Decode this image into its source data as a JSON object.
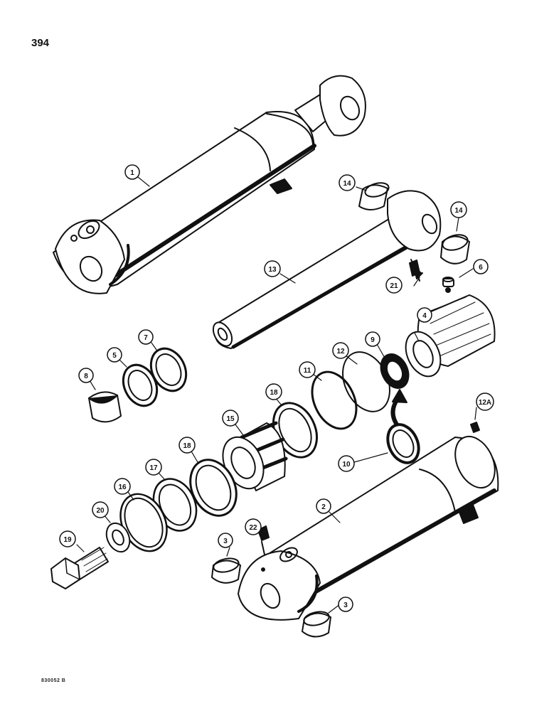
{
  "page": {
    "number": "394",
    "footer_code": "830052 B"
  },
  "diagram": {
    "callouts": [
      {
        "id": "c1",
        "label": "1"
      },
      {
        "id": "c2",
        "label": "2"
      },
      {
        "id": "c3a",
        "label": "3"
      },
      {
        "id": "c3b",
        "label": "3"
      },
      {
        "id": "c4",
        "label": "4"
      },
      {
        "id": "c5",
        "label": "5"
      },
      {
        "id": "c6",
        "label": "6"
      },
      {
        "id": "c7",
        "label": "7"
      },
      {
        "id": "c8",
        "label": "8"
      },
      {
        "id": "c9",
        "label": "9"
      },
      {
        "id": "c10",
        "label": "10"
      },
      {
        "id": "c11",
        "label": "11"
      },
      {
        "id": "c12",
        "label": "12"
      },
      {
        "id": "c12a",
        "label": "12A"
      },
      {
        "id": "c13",
        "label": "13"
      },
      {
        "id": "c14a",
        "label": "14"
      },
      {
        "id": "c14b",
        "label": "14"
      },
      {
        "id": "c15",
        "label": "15"
      },
      {
        "id": "c16",
        "label": "16"
      },
      {
        "id": "c17",
        "label": "17"
      },
      {
        "id": "c18a",
        "label": "18"
      },
      {
        "id": "c18b",
        "label": "18"
      },
      {
        "id": "c19",
        "label": "19"
      },
      {
        "id": "c20",
        "label": "20"
      },
      {
        "id": "c21",
        "label": "21"
      },
      {
        "id": "c22",
        "label": "22"
      }
    ]
  },
  "colors": {
    "ink": "#111111",
    "paper": "#ffffff"
  }
}
